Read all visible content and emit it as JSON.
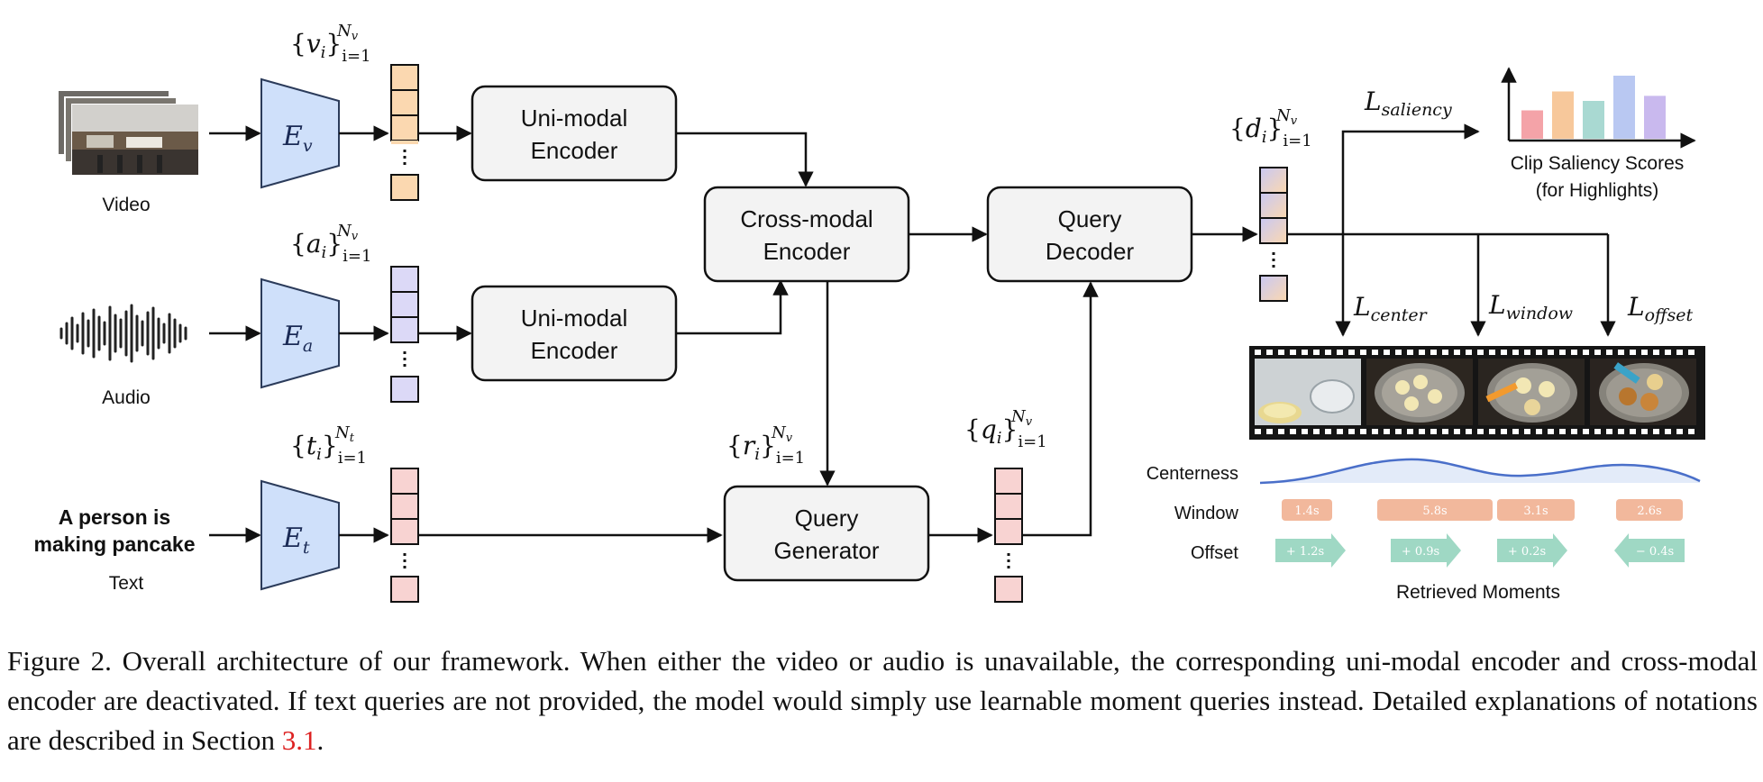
{
  "inputs": {
    "video_label": "Video",
    "audio_label": "Audio",
    "text_label": "Text",
    "text_query_line1": "A person is",
    "text_query_line2": "making pancake"
  },
  "encoders": {
    "ev_main": "E",
    "ev_sub": "v",
    "ea_main": "E",
    "ea_sub": "a",
    "et_main": "E",
    "et_sub": "t"
  },
  "notation": {
    "v": {
      "open": "{",
      "var": "v",
      "sub": "i",
      "close": "}",
      "lower": "i=1",
      "upper_main": "N",
      "upper_sub": "v"
    },
    "a": {
      "open": "{",
      "var": "a",
      "sub": "i",
      "close": "}",
      "lower": "i=1",
      "upper_main": "N",
      "upper_sub": "v"
    },
    "t": {
      "open": "{",
      "var": "t",
      "sub": "i",
      "close": "}",
      "lower": "i=1",
      "upper_main": "N",
      "upper_sub": "t"
    },
    "r": {
      "open": "{",
      "var": "r",
      "sub": "i",
      "close": "}",
      "lower": "i=1",
      "upper_main": "N",
      "upper_sub": "v"
    },
    "q": {
      "open": "{",
      "var": "q",
      "sub": "i",
      "close": "}",
      "lower": "i=1",
      "upper_main": "N",
      "upper_sub": "v"
    },
    "d": {
      "open": "{",
      "var": "d",
      "sub": "i",
      "close": "}",
      "lower": "i=1",
      "upper_main": "N",
      "upper_sub": "v"
    }
  },
  "blocks": {
    "unimodal_video_l1": "Uni-modal",
    "unimodal_video_l2": "Encoder",
    "unimodal_audio_l1": "Uni-modal",
    "unimodal_audio_l2": "Encoder",
    "crossmodal_l1": "Cross-modal",
    "crossmodal_l2": "Encoder",
    "query_decoder_l1": "Query",
    "query_decoder_l2": "Decoder",
    "query_generator_l1": "Query",
    "query_generator_l2": "Generator"
  },
  "losses": {
    "saliency_main": "L",
    "saliency_sub": "saliency",
    "center_main": "L",
    "center_sub": "center",
    "window_main": "L",
    "window_sub": "window",
    "offset_main": "L",
    "offset_sub": "offset"
  },
  "saliency_chart": {
    "title_line1": "Clip Saliency Scores",
    "title_line2": "(for Highlights)",
    "values": [
      0.45,
      0.75,
      0.6,
      1.0,
      0.68
    ],
    "colors": [
      "#f4a3a8",
      "#f7c89b",
      "#a9d9d2",
      "#b9c8f2",
      "#c9b9ee"
    ]
  },
  "moments": {
    "centerness_label": "Centerness",
    "window_label": "Window",
    "offset_label": "Offset",
    "retrieved_label": "Retrieved Moments",
    "windows": [
      "1.4s",
      "5.8s",
      "3.1s",
      "2.6s"
    ],
    "offsets": [
      "+ 1.2s",
      "+ 0.9s",
      "+ 0.2s",
      "− 0.4s"
    ],
    "offset_directions": [
      "right",
      "right",
      "right",
      "left"
    ],
    "window_color": "#f2b89c",
    "offset_color": "#9fd8c4",
    "centerness_color": "#4a6fc9"
  },
  "colors": {
    "encoder_fill": "#cfe0fa",
    "video_token": "#fbd8b0",
    "audio_token": "#dcd9f7",
    "text_token": "#f8d3d2",
    "block_fill": "#f3f3f3"
  },
  "caption": {
    "text": "Figure 2.  Overall architecture of our framework.  When either the video or audio is unavailable, the corresponding uni-modal encoder and cross-modal encoder are deactivated. If text queries are not provided, the model would simply use learnable moment queries instead. Detailed explanations of notations are described in Section ",
    "ref": "3.1",
    "end": "."
  }
}
